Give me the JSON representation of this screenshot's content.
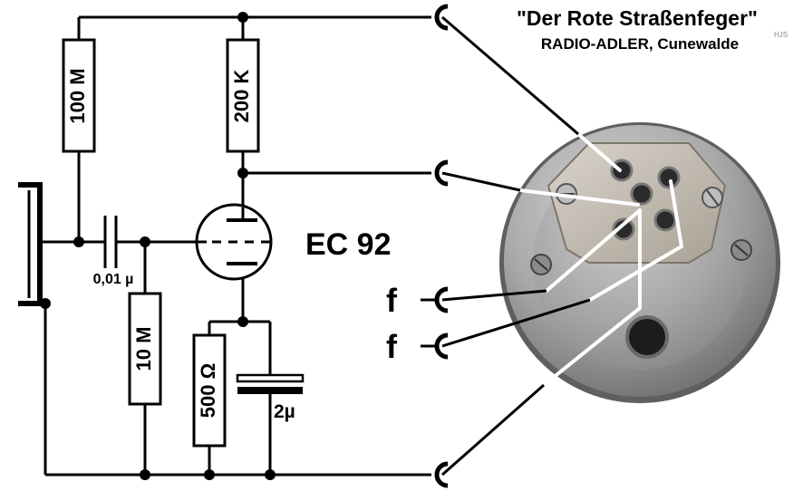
{
  "header": {
    "title": "\"Der Rote Straßenfeger\"",
    "subtitle": "RADIO-ADLER, Cunewalde",
    "signature": "HJS"
  },
  "components": {
    "r1": "100 M",
    "r2": "200 K",
    "r3": "10 M",
    "r4": "500 Ω",
    "c1": "0,01 µ",
    "c2": "2µ",
    "tube": "EC 92"
  },
  "pins": {
    "f1": "f",
    "f2": "f"
  },
  "colors": {
    "line": "#000000",
    "background": "#ffffff",
    "socket_body": "#9a9a9a",
    "socket_plate": "#c8c2b8"
  }
}
